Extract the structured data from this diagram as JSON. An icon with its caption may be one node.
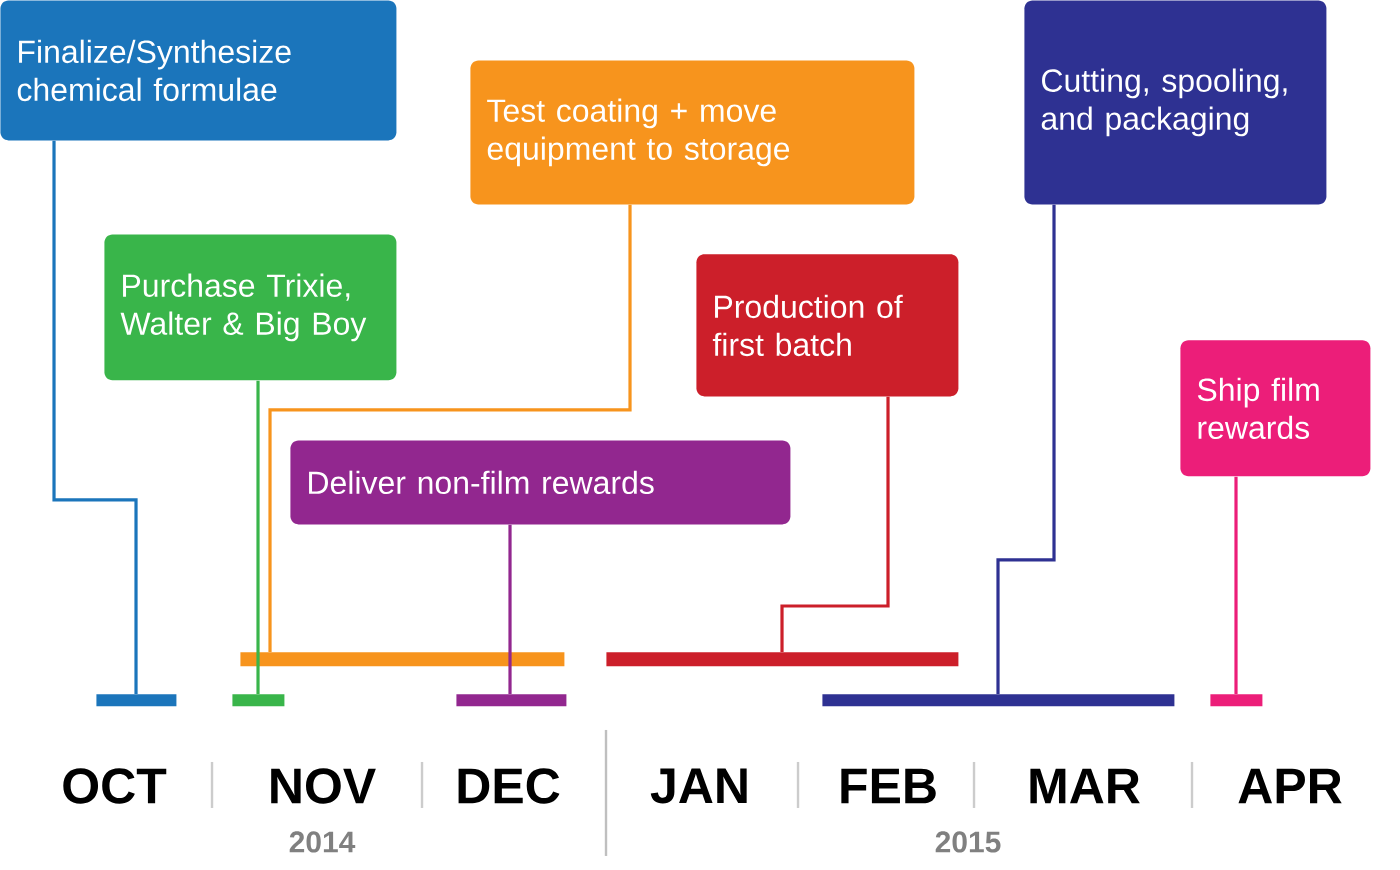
{
  "diagram": {
    "nodes": [
      {
        "text": [
          "Finalize/Synthesize chemical formulae"
        ]
      },
      {
        "text": [
          "Purchase Trixie, Walter & Big Boy"
        ]
      },
      {
        "text": [
          "Test coating + move equipment to storage"
        ]
      },
      {
        "text": [
          "Deliver non-film rewards"
        ]
      },
      {
        "text": [
          "Production of first batch"
        ]
      },
      {
        "text": [
          "Cutting, spooling, and packaging"
        ]
      },
      {
        "text": [
          "Ship film rewards"
        ]
      },
      {
        "text": [],
        "shape": "bar"
      },
      {
        "text": [],
        "shape": "bar"
      },
      {
        "text": [],
        "shape": "bar"
      },
      {
        "text": [],
        "shape": "bar"
      },
      {
        "text": [],
        "shape": "bar"
      },
      {
        "text": [],
        "shape": "bar"
      },
      {
        "text": [],
        "shape": "bar"
      }
    ],
    "edges": [
      {
        "from": 0,
        "to": 7,
        "arrow": "none",
        "color": "#1b75bb"
      },
      {
        "from": 1,
        "to": 8,
        "arrow": "none",
        "color": "#39b54a"
      },
      {
        "from": 2,
        "to": 9,
        "arrow": "none",
        "color": "#f7941d"
      },
      {
        "from": 3,
        "to": 10,
        "arrow": "none",
        "color": "#92278f"
      },
      {
        "from": 4,
        "to": 11,
        "arrow": "none",
        "color": "#cc1f2a"
      },
      {
        "from": 5,
        "to": 12,
        "arrow": "none",
        "color": "#2e3192"
      },
      {
        "from": 6,
        "to": 13,
        "arrow": "none",
        "color": "#ec1e79"
      }
    ],
    "labels": [
      "OCT",
      "NOV",
      "DEC",
      "JAN",
      "FEB",
      "MAR",
      "APR",
      "2014",
      "2015"
    ]
  }
}
